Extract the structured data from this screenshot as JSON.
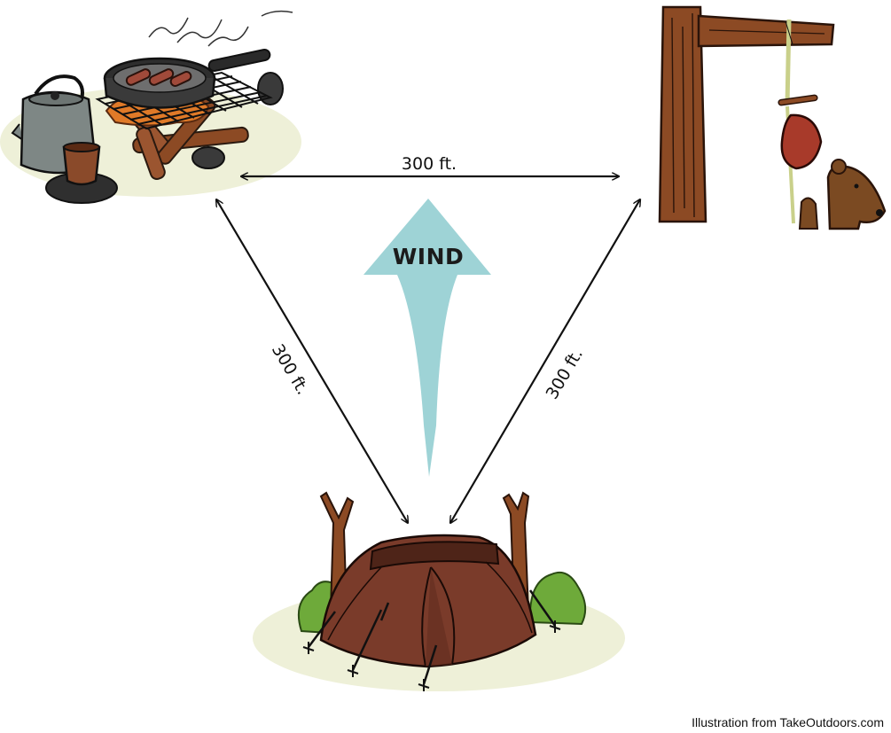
{
  "diagram": {
    "nodes": [
      {
        "id": "campfire",
        "icon": "campfire-cooking-icon"
      },
      {
        "id": "food-hang",
        "icon": "hanging-food-bag-icon"
      },
      {
        "id": "tent",
        "icon": "tent-icon"
      }
    ],
    "edges": [
      {
        "from": "campfire",
        "to": "food-hang",
        "label": "300 ft."
      },
      {
        "from": "campfire",
        "to": "tent",
        "label": "300 ft."
      },
      {
        "from": "food-hang",
        "to": "tent",
        "label": "300 ft."
      }
    ],
    "wind": {
      "label": "WIND",
      "direction": "up",
      "icon": "wind-arrow-icon"
    },
    "credit": "Illustration from TakeOutdoors.com"
  },
  "colors": {
    "wind": "#9ed3d6",
    "tent": "#7a3b2a",
    "tent_dark": "#4e2418",
    "bark": "#8c4a24",
    "meat": "#a83a2a",
    "bear": "#7b4a22",
    "grass": "#6eaa3a",
    "ground": "#eef0d8",
    "fire": "#e07a28",
    "metal": "#7e8785",
    "arrow": "#111111"
  }
}
